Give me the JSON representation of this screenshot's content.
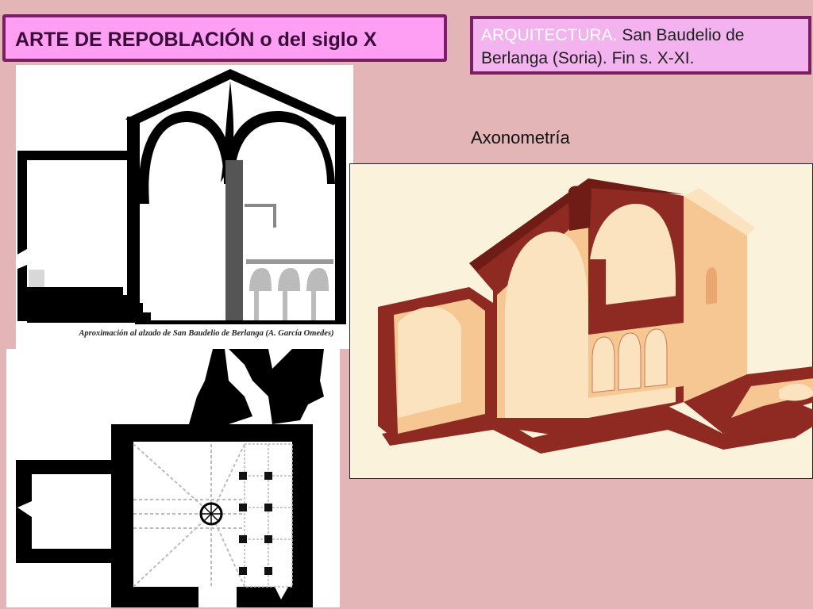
{
  "slide": {
    "title": "ARTE DE REPOBLACIÓN o del siglo X",
    "info": {
      "prefix": "ARQUITECTURA.",
      "text": " San Baudelio de Berlanga (Soria). Fin s. X-XI."
    },
    "axonometry_label": "Axonometría",
    "elevation_caption": "Aproximación al alzado de San Baudelio de Berlanga (A. García Omedes)"
  },
  "colors": {
    "background": "#e3b5b6",
    "title_fill": "#ff9ff3",
    "border": "#7a1f66",
    "info_fill": "#f3b3ee",
    "accent_text": "#ffffff",
    "axo_wall": "#8f2a22",
    "axo_cream": "#f6c792"
  }
}
